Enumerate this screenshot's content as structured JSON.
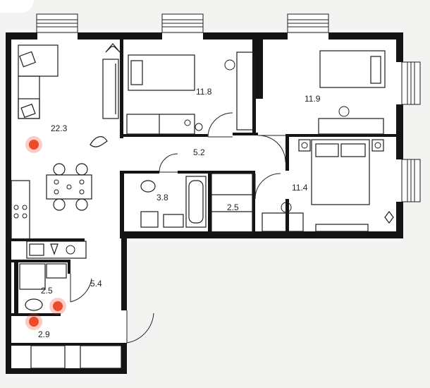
{
  "rooms": {
    "living_kitchen": "22.3",
    "bedroom_left": "11.8",
    "bedroom_right": "11.9",
    "hall": "5.2",
    "bathroom": "3.8",
    "closet": "2.5",
    "master_bedroom": "11.4",
    "entry_hall": "5.4",
    "wc": "2.5",
    "wardrobe": "2.9"
  },
  "colors": {
    "wall": "#141414",
    "floor": "#ffffff",
    "background": "#f3f3f2",
    "marker": "#ef4a2a"
  },
  "markers": [
    "hotspot-living",
    "hotspot-wc",
    "hotspot-wardrobe"
  ]
}
